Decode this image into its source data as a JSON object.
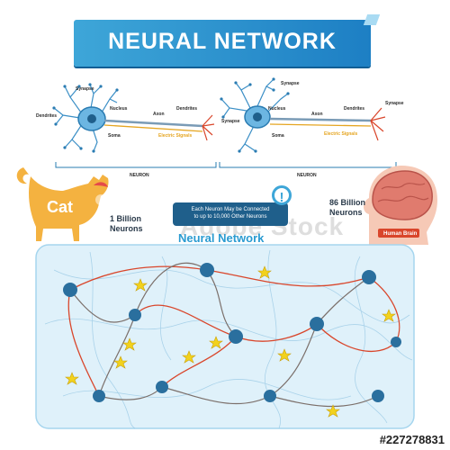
{
  "title": "NEURAL NETWORK",
  "neuron_labels": {
    "synapse": "Synapse",
    "dendrites": "Dendrites",
    "nucleus": "Nucleus",
    "axon": "Axon",
    "soma": "Soma",
    "electric_signals": "Electric Signals",
    "neuron": "NEURON"
  },
  "cat": {
    "label": "Cat",
    "count_line1": "1 Billion",
    "count_line2": "Neurons"
  },
  "human": {
    "count_line1": "86 Billion",
    "count_line2": "Neurons",
    "label": "Human Brain"
  },
  "callout": {
    "line1": "Each Neuron May be Connected",
    "line2": "to up to 10,000 Other Neurons",
    "badge": "!"
  },
  "network_title": "Neural Network",
  "watermark": "Adobe Stock",
  "image_id": "#227278831",
  "colors": {
    "banner": "#1d7fc4",
    "neuron": "#2a7cb2",
    "axon": "#e5a521",
    "dendrite_red": "#d9462b",
    "network_bg": "#dff1fa",
    "synapse_star": "#f2d21d"
  }
}
